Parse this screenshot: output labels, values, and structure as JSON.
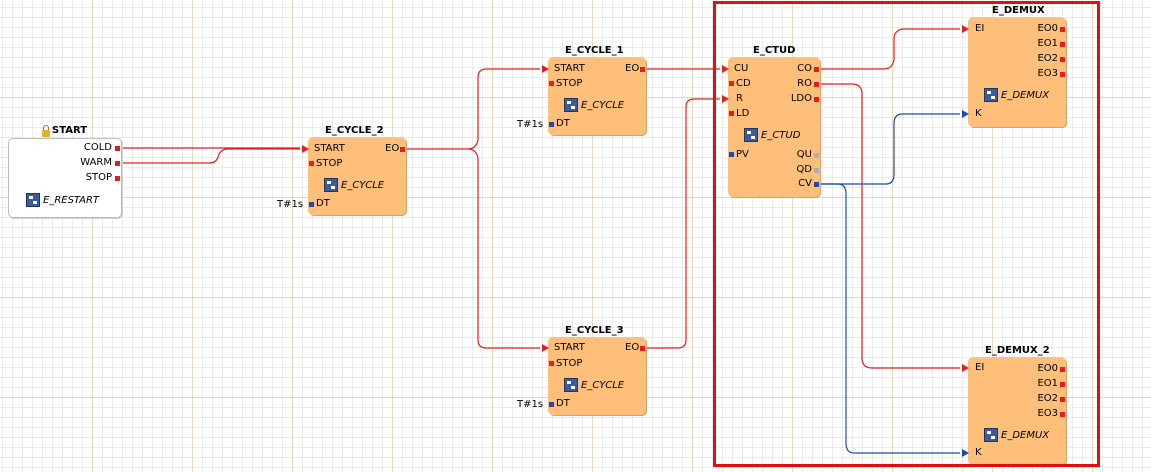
{
  "colors": {
    "event": "#e02020",
    "data": "#1f4aa8",
    "block": "#fdbf7a",
    "selection": "#e01010"
  },
  "blocks": {
    "start": {
      "title": "START",
      "outputs": [
        "COLD",
        "WARM",
        "STOP"
      ],
      "type": "E_RESTART",
      "icon": "lock-icon"
    },
    "cycle2": {
      "title": "E_CYCLE_2",
      "event_inputs": [
        "START",
        "STOP"
      ],
      "event_outputs": [
        "EO"
      ],
      "type": "E_CYCLE",
      "data_input": "DT",
      "const": "T#1s"
    },
    "cycle1": {
      "title": "E_CYCLE_1",
      "event_inputs": [
        "START",
        "STOP"
      ],
      "event_outputs": [
        "EO"
      ],
      "type": "E_CYCLE",
      "data_input": "DT",
      "const": "T#1s"
    },
    "cycle3": {
      "title": "E_CYCLE_3",
      "event_inputs": [
        "START",
        "STOP"
      ],
      "event_outputs": [
        "EO"
      ],
      "type": "E_CYCLE",
      "data_input": "DT",
      "const": "T#1s"
    },
    "ctud": {
      "title": "E_CTUD",
      "event_inputs": [
        "CU",
        "CD",
        "R",
        "LD"
      ],
      "event_outputs": [
        "CO",
        "RO",
        "LDO"
      ],
      "type": "E_CTUD",
      "data_inputs": [
        "PV"
      ],
      "data_outputs": [
        "QU",
        "QD",
        "CV"
      ]
    },
    "demux1": {
      "title": "E_DEMUX",
      "event_inputs": [
        "EI"
      ],
      "event_outputs": [
        "EO0",
        "EO1",
        "EO2",
        "EO3"
      ],
      "type": "E_DEMUX",
      "data_input": "K"
    },
    "demux2": {
      "title": "E_DEMUX_2",
      "event_inputs": [
        "EI"
      ],
      "event_outputs": [
        "EO0",
        "EO1",
        "EO2",
        "EO3"
      ],
      "type": "E_DEMUX",
      "data_input": "K"
    }
  }
}
